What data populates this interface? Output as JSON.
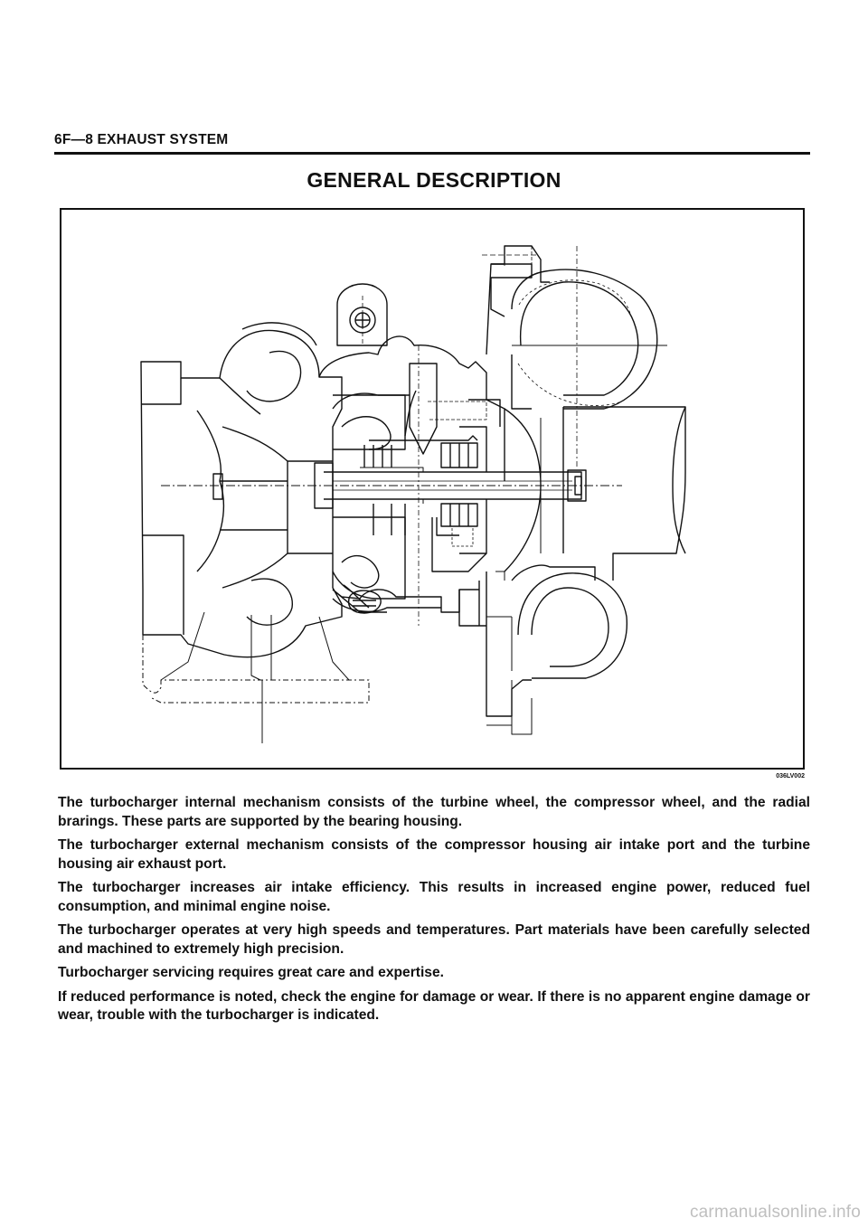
{
  "header": {
    "section_label": "6F—8 EXHAUST SYSTEM"
  },
  "title": "GENERAL DESCRIPTION",
  "figure": {
    "code": "036LV002"
  },
  "paragraphs": [
    "The turbocharger internal mechanism consists of the turbine wheel, the compressor wheel, and the radial brarings. These parts are supported by the bearing housing.",
    "The turbocharger external mechanism consists of the compressor housing air intake port and the turbine housing air exhaust port.",
    "The turbocharger increases air intake efficiency. This results in increased engine power, reduced fuel consumption, and minimal engine noise.",
    "The turbocharger operates at very high speeds and temperatures. Part materials have been carefully selected and machined to extremely high precision.",
    "Turbocharger servicing requires great care and expertise.",
    "If reduced performance is noted, check the engine for damage or wear. If there is no apparent engine damage or wear, trouble with the turbocharger is indicated."
  ],
  "footer": {
    "watermark": "carmanualsonline.info"
  }
}
